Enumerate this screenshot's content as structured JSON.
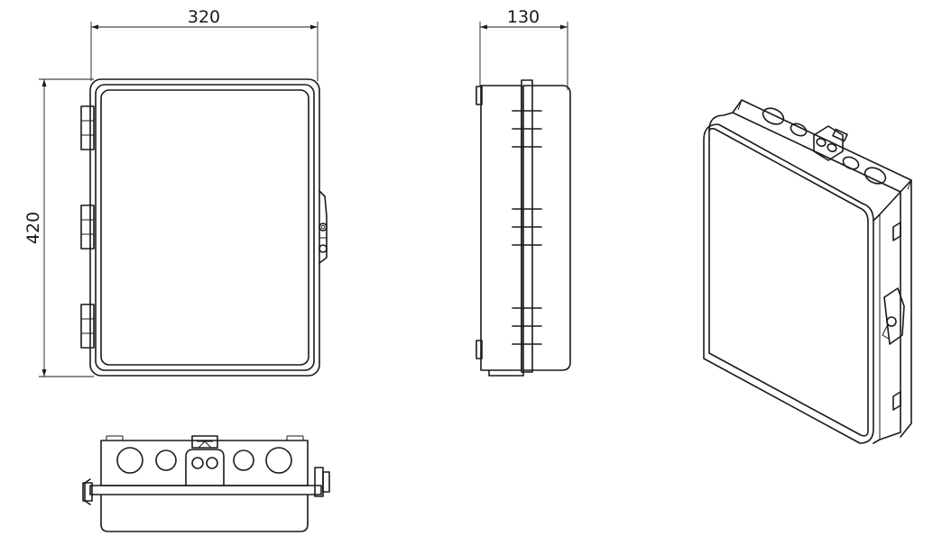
{
  "drawing": {
    "views": [
      "front-view",
      "side-view",
      "bottom-view",
      "isometric-view"
    ],
    "dimensions": {
      "width": "320",
      "height": "420",
      "depth": "130"
    },
    "colors": {
      "line": "#1a1a1a",
      "background": "#ffffff"
    }
  }
}
